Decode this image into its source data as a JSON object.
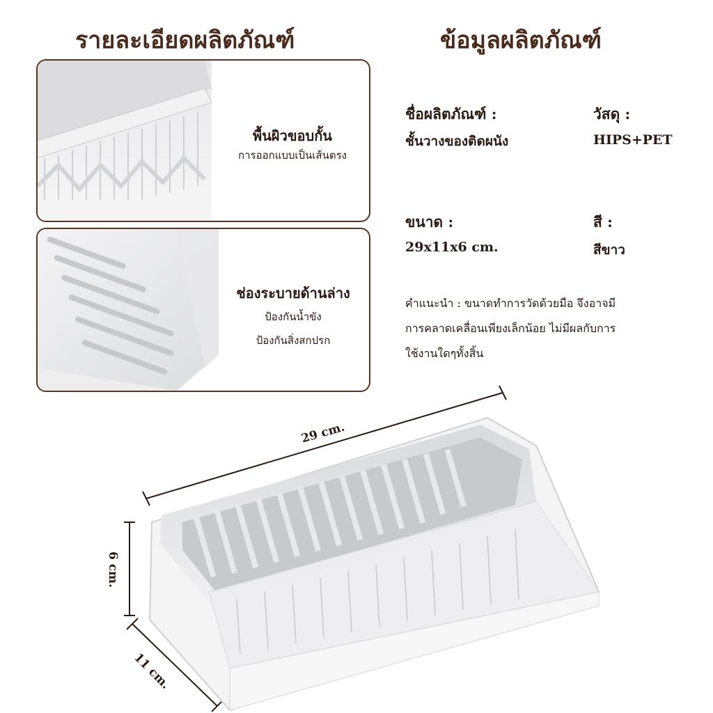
{
  "headings": {
    "details": "รายละเอียดผลิตภัณฑ์",
    "info": "ข้อมูลผลิตภัณฑ์"
  },
  "cards": [
    {
      "title": "พื้นผิวขอบกั้น",
      "lines": [
        "การออกแบบเป็นเส้นตรง"
      ]
    },
    {
      "title": "ช่องระบายด้านล่าง",
      "lines": [
        "ป้องกันน้ำขัง",
        "ป้องกันสิ่งสกปรก"
      ]
    }
  ],
  "info": {
    "name_label": "ชื่อผลิตภัณฑ์ :",
    "name_value": "ชั้นวางของติดผนัง",
    "material_label": "วัสดุ :",
    "material_value": "HIPS+PET",
    "size_label": "ขนาด :",
    "size_value": "29x11x6 cm.",
    "color_label": "สี :",
    "color_value": "สีขาว"
  },
  "note": {
    "lines": [
      "คำแนะนำ : ขนาดทำการวัดด้วยมือ จึงอาจมี",
      "การคลาดเคลื่อนเพียงเล็กน้อย ไม่มีผลกับการ",
      "ใช้งานใดๆทั้งสิ้น"
    ]
  },
  "dimensions": {
    "length": "29 cm.",
    "height": "6 cm.",
    "width": "11 cm."
  },
  "colors": {
    "brown": "#5a3422",
    "text": "#2a1a12"
  }
}
